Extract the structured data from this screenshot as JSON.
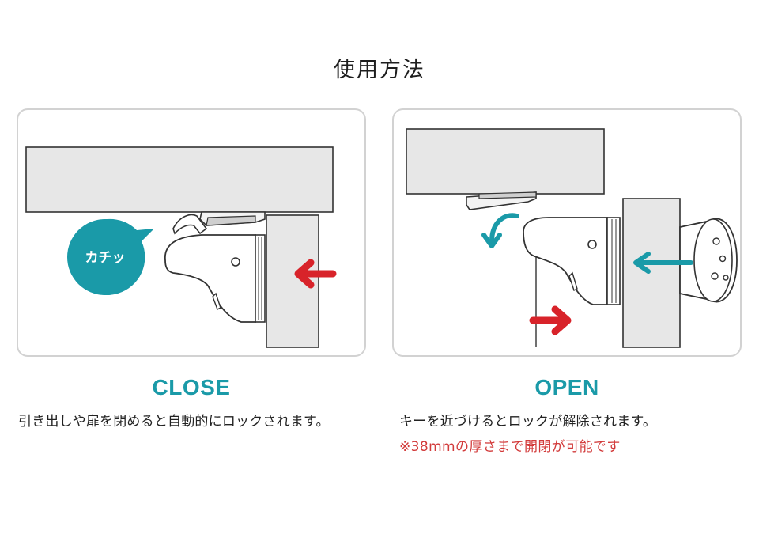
{
  "page": {
    "title": "使用方法"
  },
  "close": {
    "label": "CLOSE",
    "description": "引き出しや扉を閉めると自動的にロックされます。",
    "bubble": "カチッ"
  },
  "open": {
    "label": "OPEN",
    "description": "キーを近づけるとロックが解除されます。",
    "note": "※38mmの厚さまで開閉が可能です"
  },
  "colors": {
    "accent_teal": "#1a9aa8",
    "arrow_red": "#d8232a",
    "note_red": "#d23a3a",
    "panel_border": "#d2d2d2",
    "surface_gray": "#e7e7e7"
  }
}
